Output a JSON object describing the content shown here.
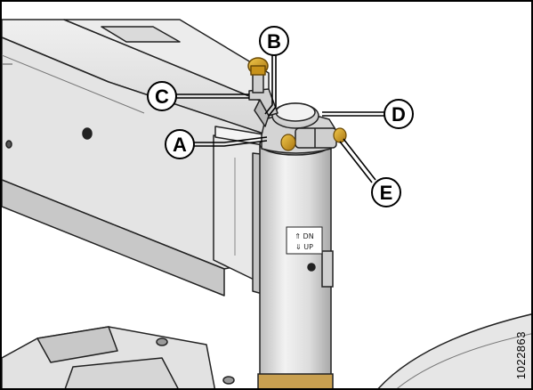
{
  "callouts": [
    {
      "id": "A",
      "label": "A"
    },
    {
      "id": "B",
      "label": "B"
    },
    {
      "id": "C",
      "label": "C"
    },
    {
      "id": "D",
      "label": "D"
    },
    {
      "id": "E",
      "label": "E"
    }
  ],
  "figure_number": "1022863",
  "decal": {
    "line1": "⇑ DN",
    "line2": "⇓ UP"
  },
  "colors": {
    "outline": "#222222",
    "panel_light": "#e6e6e6",
    "panel_mid": "#cfcfcf",
    "panel_dark": "#9a9a9a",
    "brass": "#d8a21c",
    "brass_dark": "#a87410"
  }
}
